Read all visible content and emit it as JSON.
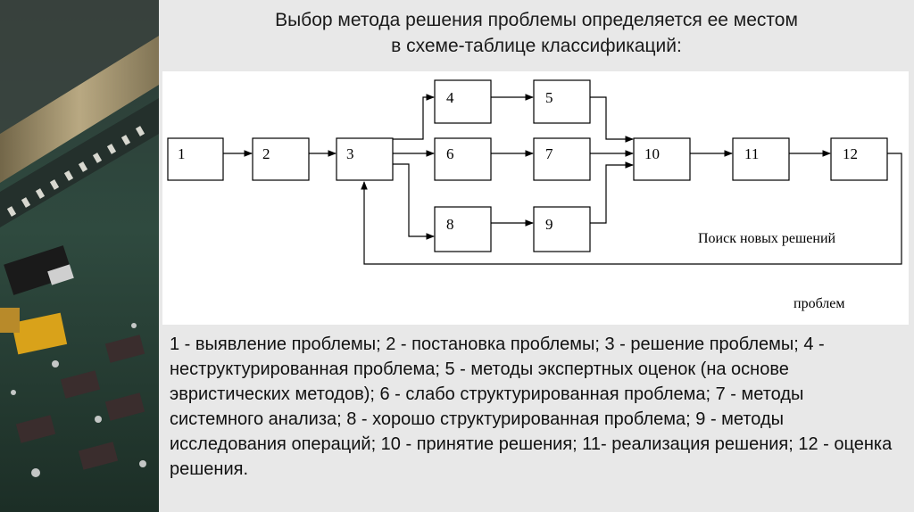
{
  "title": {
    "line1": "Выбор метода решения проблемы определяется ее местом",
    "line2": "в схеме-таблице классификаций:"
  },
  "diagram": {
    "nodes": [
      {
        "id": "1",
        "label": "1"
      },
      {
        "id": "2",
        "label": "2"
      },
      {
        "id": "3",
        "label": "3"
      },
      {
        "id": "4",
        "label": "4"
      },
      {
        "id": "5",
        "label": "5"
      },
      {
        "id": "6",
        "label": "6"
      },
      {
        "id": "7",
        "label": "7"
      },
      {
        "id": "8",
        "label": "8"
      },
      {
        "id": "9",
        "label": "9"
      },
      {
        "id": "10",
        "label": "10"
      },
      {
        "id": "11",
        "label": "11"
      },
      {
        "id": "12",
        "label": "12"
      }
    ],
    "edges": [
      [
        "1",
        "2"
      ],
      [
        "2",
        "3"
      ],
      [
        "3",
        "4"
      ],
      [
        "3",
        "6"
      ],
      [
        "3",
        "8"
      ],
      [
        "4",
        "5"
      ],
      [
        "6",
        "7"
      ],
      [
        "8",
        "9"
      ],
      [
        "5",
        "10"
      ],
      [
        "7",
        "10"
      ],
      [
        "9",
        "10"
      ],
      [
        "10",
        "11"
      ],
      [
        "11",
        "12"
      ],
      [
        "12",
        "3"
      ]
    ],
    "feedback_label_1": "Поиск новых решений",
    "feedback_label_2": "проблем"
  },
  "description": "1 - выявление проблемы; 2 - постановка проблемы; 3 - решение проблемы; 4 - неструктурированная проблема; 5 - методы экспертных оценок (на основе эвристических методов); 6 - слабо структурированная проблема; 7 - методы системного анализа; 8 - хорошо структурированная проблема; 9 - методы исследования операций; 10 - принятие решения; 11- реализация решения; 12 - оценка решения."
}
